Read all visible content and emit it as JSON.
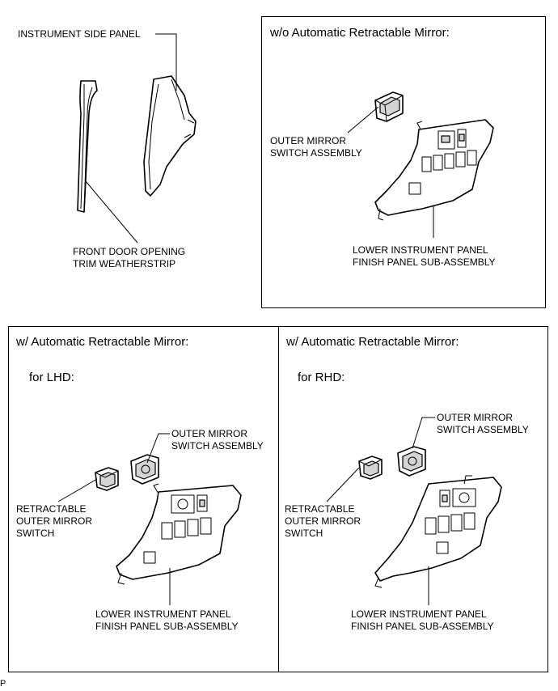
{
  "top_left": {
    "instrument_side_panel": "INSTRUMENT SIDE PANEL",
    "weatherstrip_line1": "FRONT DOOR OPENING",
    "weatherstrip_line2": "TRIM WEATHERSTRIP"
  },
  "panel_wo": {
    "heading": "w/o Automatic Retractable Mirror:",
    "switch_line1": "OUTER MIRROR",
    "switch_line2": "SWITCH ASSEMBLY",
    "finish_line1": "LOWER INSTRUMENT PANEL",
    "finish_line2": "FINISH PANEL SUB-ASSEMBLY"
  },
  "panel_lhd": {
    "heading": "w/ Automatic Retractable Mirror:",
    "sub": "for LHD:",
    "switch_line1": "OUTER MIRROR",
    "switch_line2": "SWITCH ASSEMBLY",
    "retract_line1": "RETRACTABLE",
    "retract_line2": "OUTER MIRROR",
    "retract_line3": "SWITCH",
    "finish_line1": "LOWER INSTRUMENT PANEL",
    "finish_line2": "FINISH PANEL SUB-ASSEMBLY"
  },
  "panel_rhd": {
    "heading": "w/ Automatic Retractable Mirror:",
    "sub": "for RHD:",
    "switch_line1": "OUTER MIRROR",
    "switch_line2": "SWITCH ASSEMBLY",
    "retract_line1": "RETRACTABLE",
    "retract_line2": "OUTER MIRROR",
    "retract_line3": "SWITCH",
    "finish_line1": "LOWER INSTRUMENT PANEL",
    "finish_line2": "FINISH PANEL SUB-ASSEMBLY"
  },
  "footer": {
    "code": "P"
  }
}
